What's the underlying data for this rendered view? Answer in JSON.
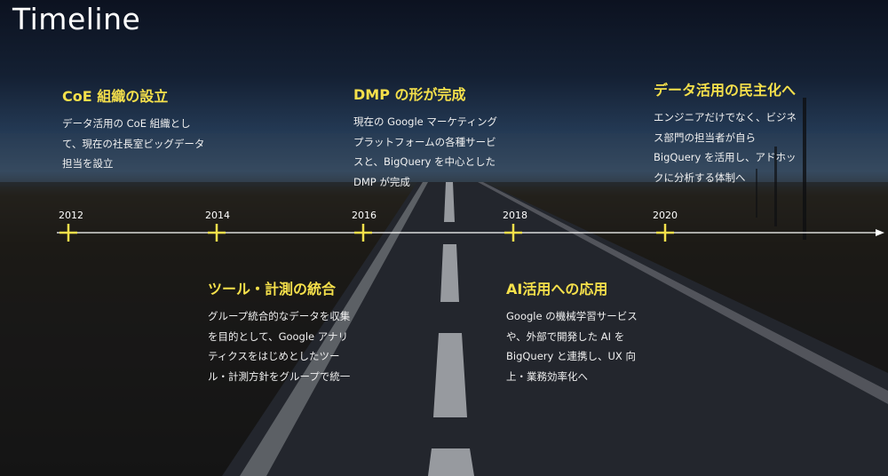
{
  "title": "Timeline",
  "colors": {
    "accent": "#f5e04b",
    "text": "#ffffff",
    "axis": "#ffffff"
  },
  "timeline": {
    "years": [
      "2012",
      "2014",
      "2016",
      "2018",
      "2020"
    ],
    "events": [
      {
        "heading": "CoE 組織の設立",
        "lines": [
          "データ活用の CoE 組織とし",
          "て、現在の社長室ビッグデータ",
          "担当を設立"
        ]
      },
      {
        "heading": "ツール・計測の統合",
        "lines": [
          "グループ統合的なデータを収集",
          "を目的として、Google アナリ",
          "ティクスをはじめとしたツー",
          "ル・計測方針をグループで統一"
        ]
      },
      {
        "heading": "DMP の形が完成",
        "lines": [
          "現在の Google マーケティング",
          "プラットフォームの各種サービ",
          "スと、BigQuery を中心とした",
          "DMP が完成"
        ]
      },
      {
        "heading": "AI活用への応用",
        "lines": [
          "Google の機械学習サービス",
          "や、外部で開発した AI を",
          "BigQuery と連携し、UX 向",
          "上・業務効率化へ"
        ]
      },
      {
        "heading": "データ活用の民主化へ",
        "lines": [
          "エンジニアだけでなく、ビジネ",
          "ス部門の担当者が自ら",
          "BigQuery を活用し、アドホッ",
          "クに分析する体制へ"
        ]
      }
    ]
  }
}
